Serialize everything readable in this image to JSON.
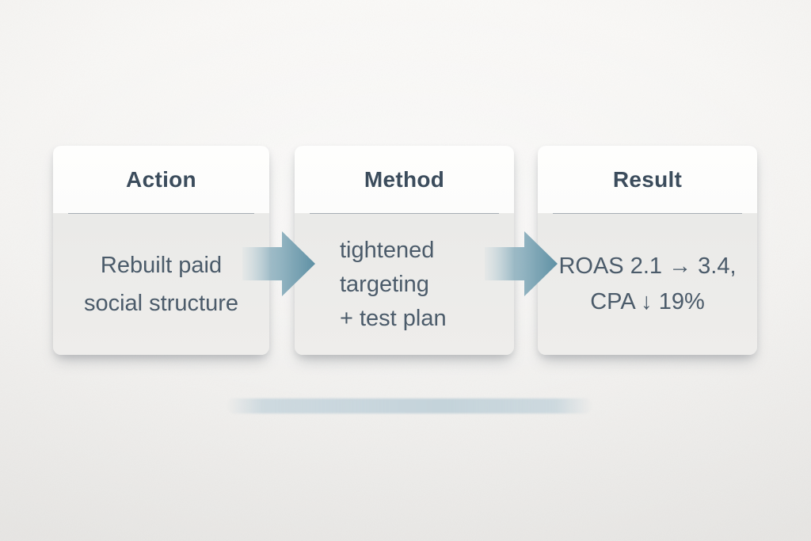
{
  "diagram": {
    "type": "process-flow",
    "steps": [
      {
        "id": "action",
        "title": "Action",
        "body_lines": [
          "Rebuilt paid",
          "social structure"
        ]
      },
      {
        "id": "method",
        "title": "Method",
        "body_lines": [
          "tightened",
          "targeting",
          "+ test plan"
        ]
      },
      {
        "id": "result",
        "title": "Result",
        "body_lines": [
          "ROAS 2.1 → 3.4,",
          "CPA ↓ 19%"
        ]
      }
    ],
    "connectors": [
      {
        "from": "Action",
        "to": "Method",
        "shape": "right-arrow"
      },
      {
        "from": "Method",
        "to": "Result",
        "shape": "right-arrow"
      }
    ],
    "colors": {
      "background": "#f4f3f1",
      "card_header_bg": "#fdfdfc",
      "card_body_bg": "#ebebe9",
      "title_text": "#3b4c5c",
      "body_text": "#4b5b6a",
      "divider": "#a6aeb4",
      "arrow_head": "#5e90a4",
      "arrow_tail_fade": "#b9cfd8",
      "bottom_bar": "#c7d5dc"
    }
  }
}
